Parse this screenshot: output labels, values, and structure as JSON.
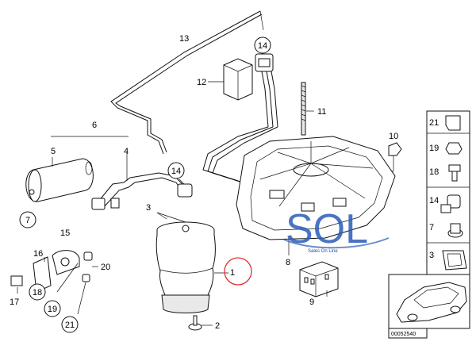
{
  "callouts": {
    "c1": "1",
    "c2": "2",
    "c3": "3",
    "c4": "4",
    "c5": "5",
    "c6": "6",
    "c7": "7",
    "c8": "8",
    "c9": "9",
    "c10": "10",
    "c11": "11",
    "c12": "12",
    "c13": "13",
    "c14a": "14",
    "c14b": "14",
    "c15": "15",
    "c16": "16",
    "c17": "17",
    "c18": "18",
    "c19": "19",
    "c20": "20",
    "c21": "21"
  },
  "legend": {
    "r21": "21",
    "r19": "19",
    "r18": "18",
    "r14": "14",
    "r7": "7",
    "r3": "3"
  },
  "watermark": {
    "text": "SOL",
    "sub": "Sales On Line"
  },
  "reference": "00052540",
  "highlight_color": "#e03030",
  "watermark_color": "#2a5cb8"
}
